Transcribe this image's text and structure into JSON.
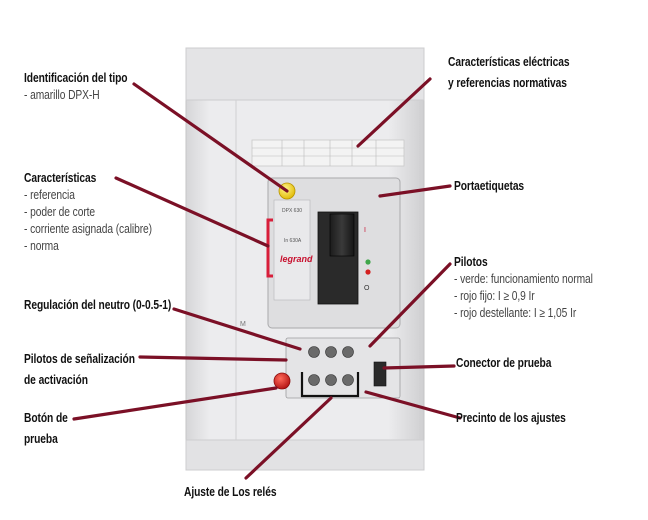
{
  "colors": {
    "leader": "#7b1026",
    "device": "#e9e9ea",
    "knob": "#f2d21a",
    "test_button": "#d42020",
    "logo_red": "#c8102e"
  },
  "device": {
    "front_code": "DPX 630",
    "brand": "legrand",
    "side_mark": "M",
    "rating_text": "In 630A",
    "switch_symbols": [
      "I",
      "O"
    ]
  },
  "labels": [
    {
      "id": "tipo",
      "title": "Identificación del tipo",
      "lines": [
        "amarillo DPX-H"
      ]
    },
    {
      "id": "caracteristicas",
      "title": "Características",
      "lines": [
        "referencia",
        "poder de corte",
        "corriente asignada (calibre)",
        "norma"
      ]
    },
    {
      "id": "neutro",
      "title": "Regulación del neutro (0-0.5-1)",
      "lines": []
    },
    {
      "id": "pilotos-senal",
      "title": "Pilotos de señalización",
      "title2": "de activación",
      "lines": []
    },
    {
      "id": "boton",
      "title": "Botón de",
      "title2": "prueba",
      "lines": []
    },
    {
      "id": "ajuste",
      "title": "Ajuste de Los relés",
      "lines": []
    },
    {
      "id": "electricas",
      "title": "Características eléctricas",
      "title2": "y referencias normativas",
      "lines": []
    },
    {
      "id": "portaetiquetas",
      "title": "Portaetiquetas",
      "lines": []
    },
    {
      "id": "pilotos",
      "title": "Pilotos",
      "lines": [
        "verde: funcionamiento normal",
        "rojo fijo: I ≥ 0,9 Ir",
        "rojo destellante: I ≥ 1,05 Ir"
      ]
    },
    {
      "id": "conector",
      "title": "Conector de prueba",
      "lines": []
    },
    {
      "id": "precinto",
      "title": "Precinto de los ajustes",
      "lines": []
    }
  ]
}
